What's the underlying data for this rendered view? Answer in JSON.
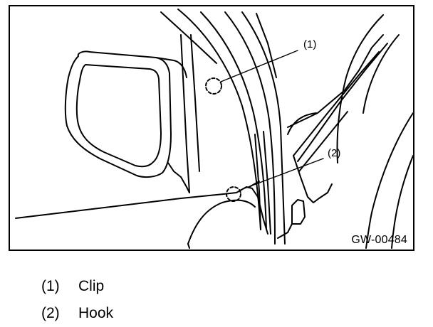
{
  "diagram": {
    "callouts": [
      {
        "label": "(1)"
      },
      {
        "label": "(2)"
      }
    ],
    "figure_code": "GW-00484"
  },
  "legend": [
    {
      "number": "(1)",
      "text": "Clip"
    },
    {
      "number": "(2)",
      "text": "Hook"
    }
  ],
  "colors": {
    "line": "#000000",
    "background": "#ffffff"
  }
}
